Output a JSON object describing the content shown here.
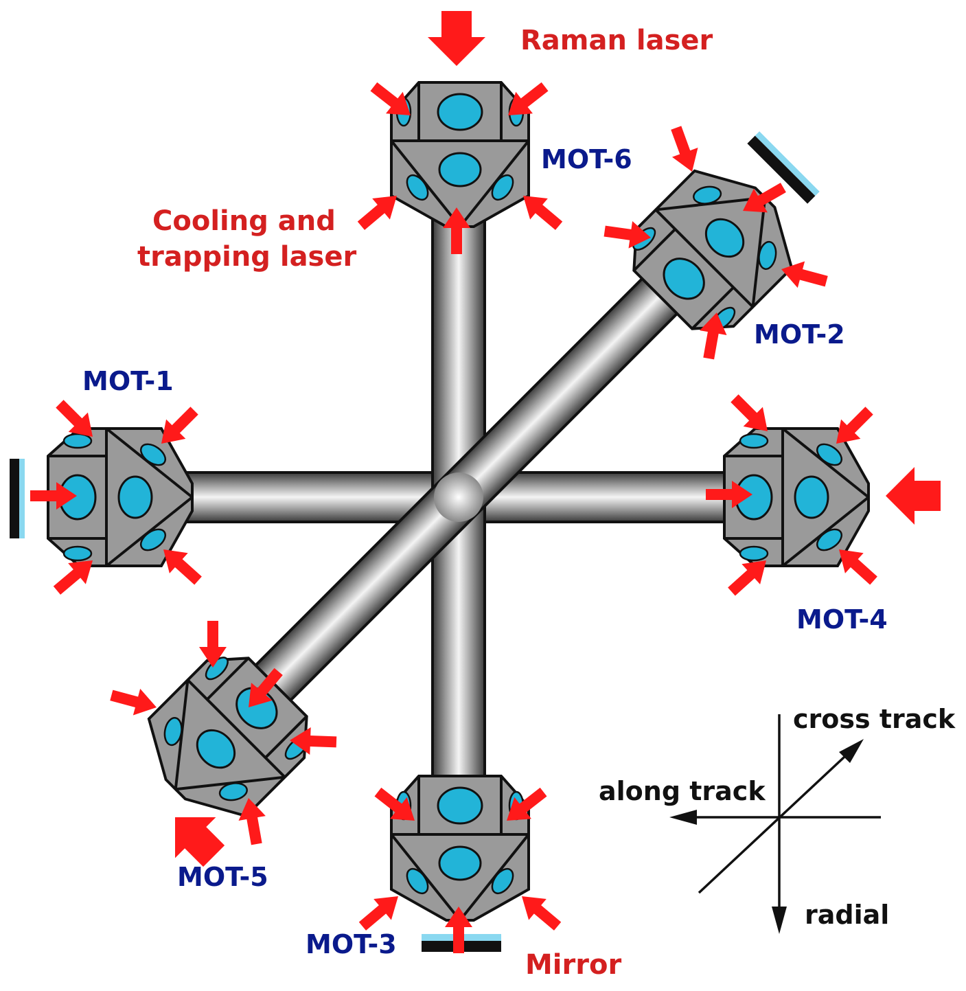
{
  "colors": {
    "laser": "#ff1a1a",
    "label_red": "#d42020",
    "label_blue": "#0a1a8c",
    "window": "#22b4d8",
    "mirror_coat": "#8ad8f0",
    "chamber": "#9a9a9a",
    "outline": "#111111"
  },
  "labels": {
    "raman_laser": "Raman laser",
    "cooling_line1": "Cooling and",
    "cooling_line2": "trapping laser",
    "mirror": "Mirror"
  },
  "mots": {
    "mot1": "MOT-1",
    "mot2": "MOT-2",
    "mot3": "MOT-3",
    "mot4": "MOT-4",
    "mot5": "MOT-5",
    "mot6": "MOT-6"
  },
  "axes": {
    "cross_track": "cross track",
    "along_track": "along track",
    "radial": "radial"
  },
  "icons": {
    "laser_beam": "red-arrow-icon",
    "raman_beam": "big-red-arrow-icon",
    "mirror": "mirror-icon",
    "chamber": "truncated-cube-chamber-icon"
  }
}
